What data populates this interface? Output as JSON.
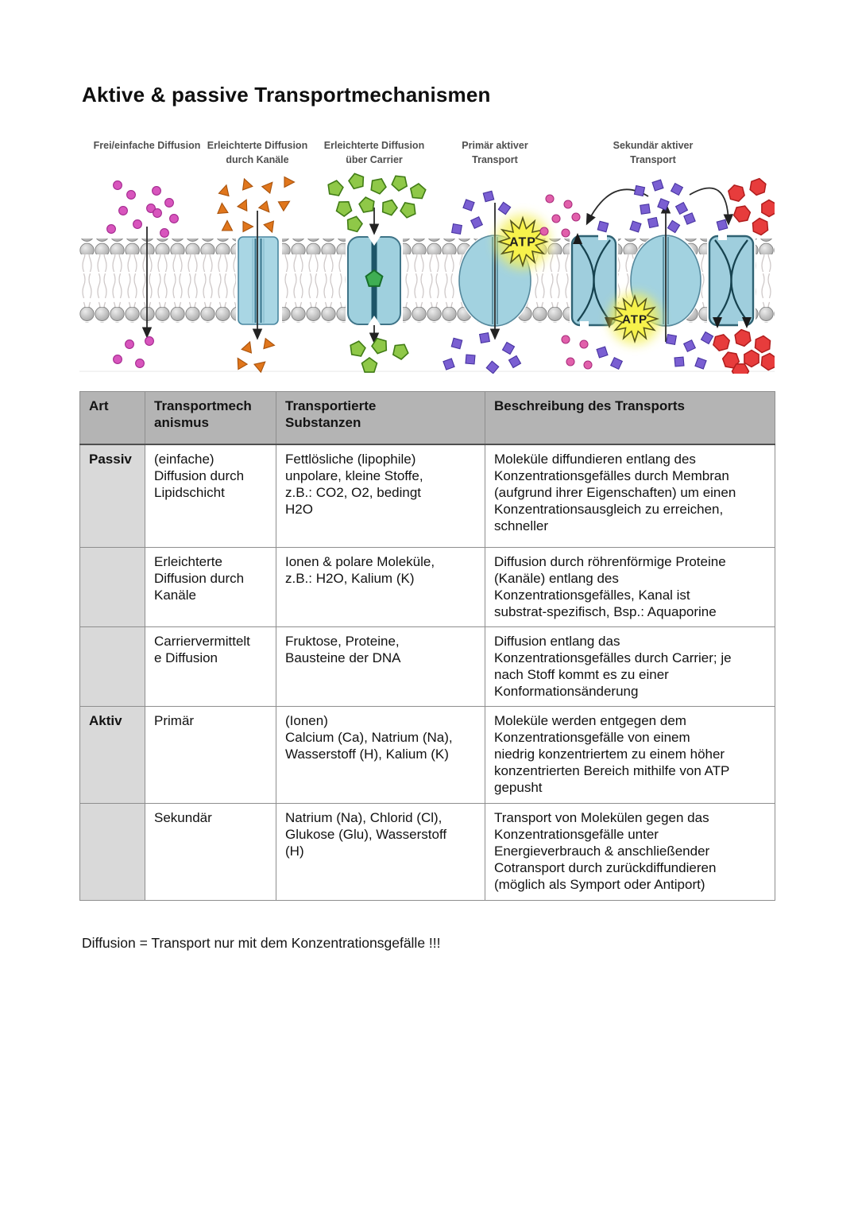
{
  "page": {
    "title": "Aktive & passive Transportmechanismen",
    "footnote": "Diffusion = Transport nur mit dem Konzentrationsgefälle !!!"
  },
  "diagram": {
    "labels": [
      "Frei/einfache Diffusion",
      "Erleichterte Diffusion\ndurch Kanäle",
      "Erleichterte Diffusion\nüber Carrier",
      "Primär aktiver\nTransport",
      "Sekundär aktiver\nTransport"
    ],
    "atp": "ATP",
    "particle_colors": {
      "pink_molecules": "#d855bd",
      "orange_triangles": "#e0761c",
      "green_pentagons": "#8fc848",
      "purple_squares": "#7a5fd2",
      "magenta_small_circles": "#e160ab",
      "red_hexagons": "#e73c3c",
      "protein_blue": "#a2d2e0",
      "atp_yellow": "#f7f24b",
      "membrane_gray": "#bdbdbd"
    }
  },
  "table": {
    "headers": [
      "Art",
      "Transportmech\nanismus",
      "Transportierte\nSubstanzen",
      "Beschreibung des Transports"
    ],
    "rows": [
      {
        "art": "Passiv",
        "mechanism": "(einfache)\nDiffusion durch\nLipidschicht",
        "substances": "Fettlösliche (lipophile)\nunpolare, kleine Stoffe,\nz.B.: CO2, O2, bedingt\nH2O",
        "description": "Moleküle diffundieren entlang des\nKonzentrationsgefälles durch Membran\n(aufgrund ihrer Eigenschaften) um einen\nKonzentrationsausgleich zu erreichen,\nschneller"
      },
      {
        "art": "",
        "mechanism": "Erleichterte\nDiffusion durch\nKanäle",
        "substances": "Ionen & polare Moleküle,\nz.B.: H2O, Kalium (K)",
        "description": "Diffusion durch röhrenförmige Proteine\n(Kanäle) entlang des\nKonzentrationsgefälles, Kanal ist\nsubstrat-spezifisch, Bsp.: Aquaporine"
      },
      {
        "art": "",
        "mechanism": "Carriervermittelt\ne Diffusion",
        "substances": "Fruktose, Proteine,\nBausteine der DNA",
        "description": "Diffusion entlang das\nKonzentrationsgefälles durch Carrier; je\nnach Stoff kommt es zu einer\nKonformationsänderung"
      },
      {
        "art": "Aktiv",
        "mechanism": "Primär",
        "substances": "(Ionen)\nCalcium (Ca), Natrium (Na),\nWasserstoff (H), Kalium (K)",
        "description": "Moleküle werden entgegen dem\nKonzentrationsgefälle von einem\nniedrig konzentriertem zu einem höher\nkonzentrierten Bereich mithilfe von ATP\ngepusht"
      },
      {
        "art": "",
        "mechanism": "Sekundär",
        "substances": "Natrium (Na), Chlorid (Cl),\nGlukose (Glu), Wasserstoff\n(H)",
        "description": "Transport von Molekülen gegen das\nKonzentrationsgefälle unter\nEnergieverbrauch & anschließender\nCotransport durch zurückdiffundieren\n(möglich als Symport oder Antiport)"
      }
    ]
  }
}
